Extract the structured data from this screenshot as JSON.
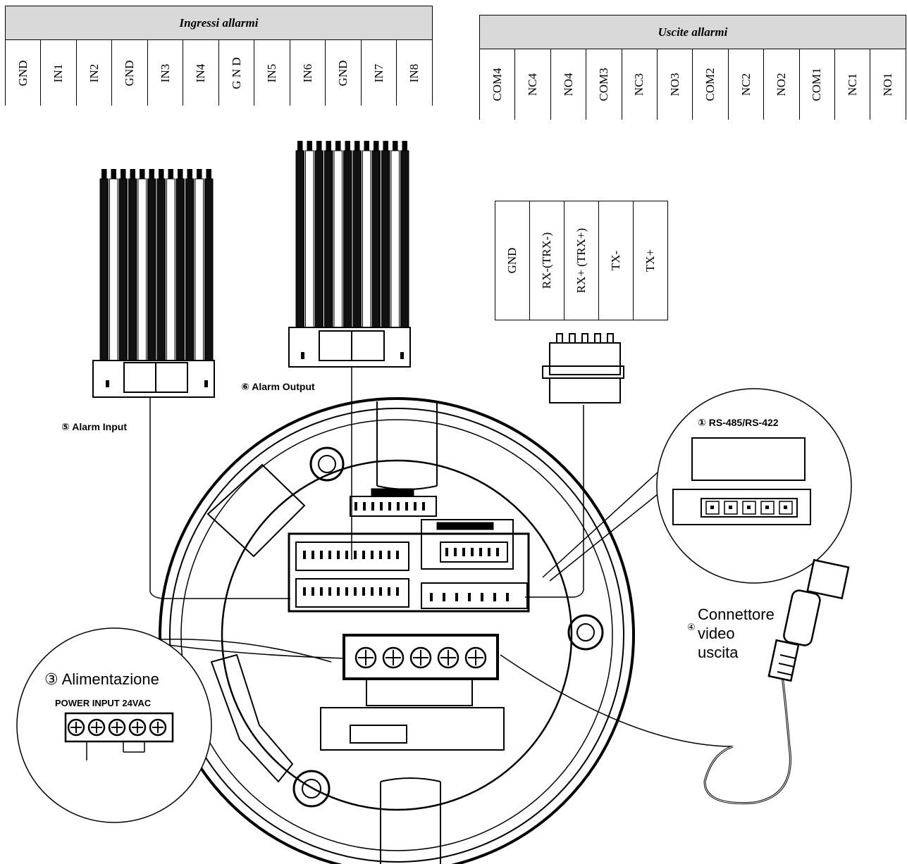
{
  "alarm_inputs": {
    "title": "Ingressi allarmi",
    "pins": [
      "GND",
      "IN1",
      "IN2",
      "GND",
      "IN3",
      "IN4",
      "G N D",
      "IN5",
      "IN6",
      "GND",
      "IN7",
      "IN8"
    ]
  },
  "alarm_outputs": {
    "title": "Uscite allarmi",
    "pins": [
      "COM4",
      "NC4",
      "NO4",
      "COM3",
      "NC3",
      "NO3",
      "COM2",
      "NC2",
      "NO2",
      "COM1",
      "NC1",
      "NO1"
    ]
  },
  "rs_pins": [
    "GND",
    "RX-(TRX-)",
    "RX+ (TRX+)",
    "TX-",
    "TX+"
  ],
  "callouts": {
    "alarm_input": "⑤ Alarm Input",
    "alarm_output": "⑥ Alarm Output",
    "rs485": "① RS-485/RS-422",
    "power": "③ Alimentazione",
    "power_input": "POWER INPUT 24VAC",
    "video_line1": "Connettore",
    "video_line2": "video",
    "video_line3": "uscita",
    "video_num": "④"
  }
}
